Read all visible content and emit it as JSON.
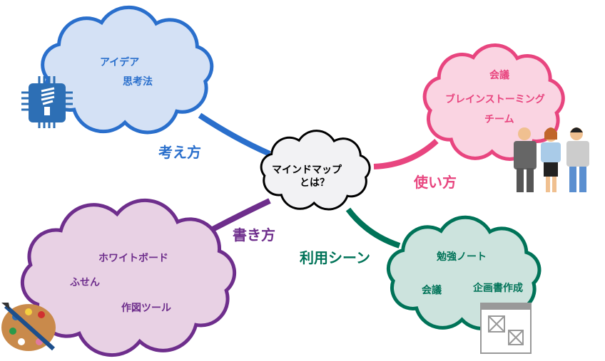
{
  "center": {
    "line1": "マインドマップ",
    "line2": "とは？"
  },
  "branches": {
    "think": {
      "label": "考え方",
      "color": "#2a6fcc",
      "fill": "#d4e1f5",
      "items": [
        "アイデア",
        "思考法"
      ],
      "icon": "lightbulb-chip-icon"
    },
    "use": {
      "label": "使い方",
      "color": "#e8457f",
      "fill": "#fad4e2",
      "items": [
        "会議",
        "ブレインストーミング",
        "チーム"
      ],
      "icon": "people-icon"
    },
    "write": {
      "label": "書き方",
      "color": "#6e2e8c",
      "fill": "#e8d1e4",
      "items": [
        "ホワイトボード",
        "ふせん",
        "作図ツール"
      ],
      "icon": "palette-icon"
    },
    "scene": {
      "label": "利用シーン",
      "color": "#007358",
      "fill": "#cce3dd",
      "items": [
        "勉強ノート",
        "会議",
        "企画書作成"
      ],
      "icon": "wireframe-window-icon"
    }
  }
}
